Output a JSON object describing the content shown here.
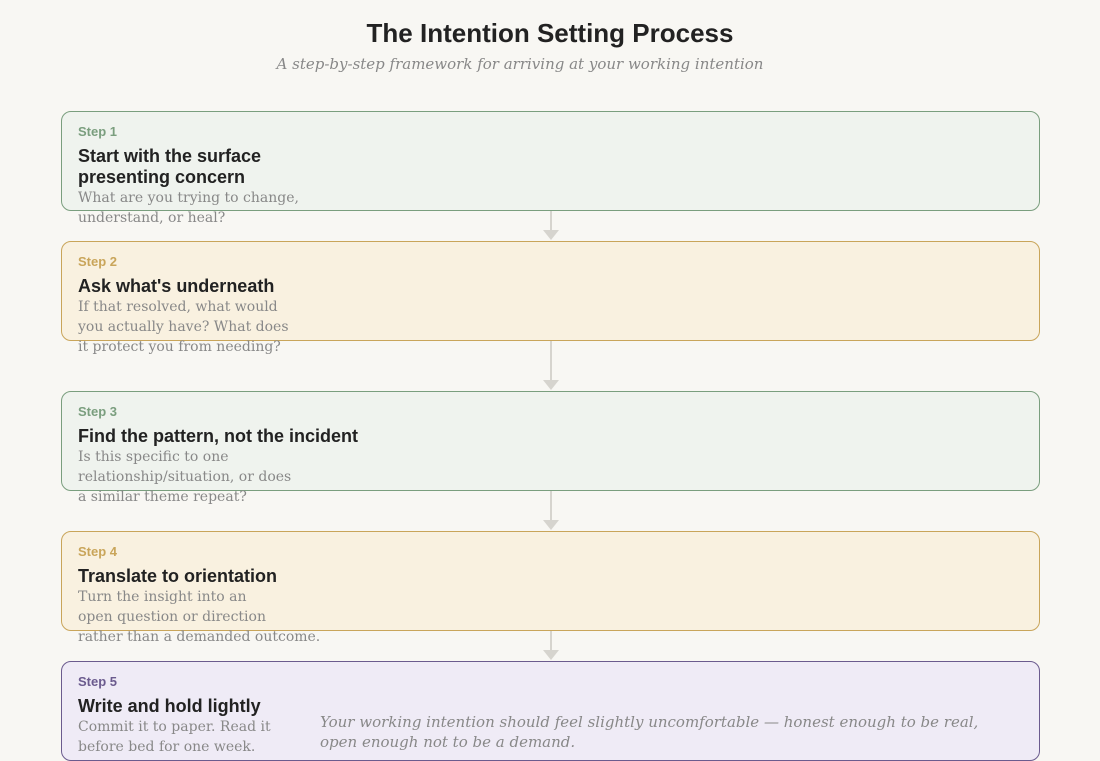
{
  "title": "The Intention Setting Process",
  "subtitle": "A step-by-step framework for arriving at your working intention",
  "colors": {
    "green": "#7a9e7e",
    "yellow": "#c9a55a",
    "purple": "#6b5b8e"
  },
  "steps": [
    {
      "label": "Step 1",
      "title": [
        "Start with the surface",
        "presenting concern"
      ],
      "desc": [
        "What are you trying to change,",
        "understand, or heal?"
      ],
      "color": "green"
    },
    {
      "label": "Step 2",
      "title": [
        "Ask what's underneath"
      ],
      "desc": [
        "If that resolved, what would",
        "you actually have? What does",
        "it protect you from needing?"
      ],
      "color": "yellow"
    },
    {
      "label": "Step 3",
      "title": [
        "Find the pattern, not the incident"
      ],
      "desc": [
        "Is this specific to one",
        "relationship/situation, or does",
        "a similar theme repeat?"
      ],
      "color": "green"
    },
    {
      "label": "Step 4",
      "title": [
        "Translate to orientation"
      ],
      "desc": [
        "Turn the insight into an",
        "open question or direction",
        "rather than a demanded outcome."
      ],
      "color": "yellow"
    },
    {
      "label": "Step 5",
      "title": [
        "Write and hold lightly"
      ],
      "desc": [
        "Commit it to paper. Read it",
        "before bed for one week."
      ],
      "color": "purple"
    }
  ],
  "note": "Your working intention should feel slightly uncomfortable — honest enough to be real, open enough not to be a demand."
}
